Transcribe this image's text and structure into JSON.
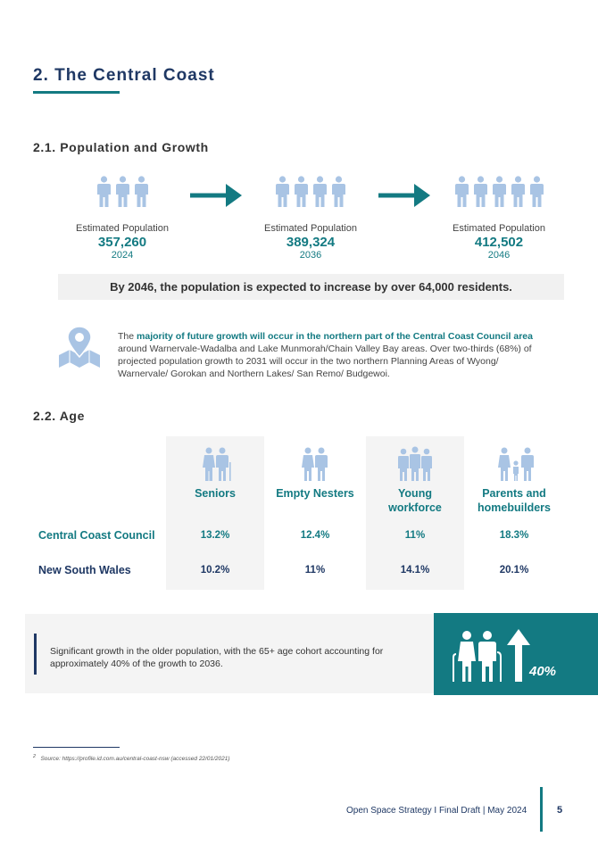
{
  "section": {
    "title": "2. The Central Coast"
  },
  "population": {
    "heading": "2.1. Population and Growth",
    "groups": [
      {
        "label": "Estimated Population",
        "value": "357,260",
        "year": "2024"
      },
      {
        "label": "Estimated Population",
        "value": "389,324",
        "year": "2036"
      },
      {
        "label": "Estimated Population",
        "value": "412,502",
        "year": "2046"
      }
    ],
    "banner": "By 2046, the population is expected to increase by over 64,000 residents.",
    "growth_intro": "The ",
    "growth_highlight": "majority of future growth will occur in the northern part of the Central Coast Council area",
    "growth_rest": " around Warnervale-Wadalba and Lake Munmorah/Chain Valley Bay areas. Over two-thirds (68%) of projected population growth to 2031 will occur in the two northern Planning Areas of Wyong/ Warnervale/ Gorokan and Northern Lakes/ San Remo/ Budgewoi."
  },
  "age": {
    "heading": "2.2. Age",
    "columns": [
      {
        "label": "Seniors",
        "icon": "seniors-icon"
      },
      {
        "label": "Empty Nesters",
        "icon": "empty-nesters-icon"
      },
      {
        "label": "Young workforce",
        "icon": "young-workforce-icon"
      },
      {
        "label": "Parents and homebuilders",
        "icon": "parents-icon"
      }
    ],
    "rows": [
      {
        "label": "Central Coast Council",
        "color": "#137a82",
        "values": [
          "13.2%",
          "12.4%",
          "11%",
          "18.3%"
        ]
      },
      {
        "label": "New South Wales",
        "color": "#1f3864",
        "values": [
          "10.2%",
          "11%",
          "14.1%",
          "20.1%"
        ]
      }
    ]
  },
  "callout": {
    "text": "Significant growth in the older population, with the 65+ age cohort accounting for approximately 40% of the growth to 2036.",
    "stat": "40%"
  },
  "footnote": {
    "marker": "2",
    "text": "Source: https://profile.id.com.au/central-coast-nsw (accessed 22/01/2021)"
  },
  "footer": {
    "text": "Open Space Strategy I Final Draft | May 2024",
    "page": "5"
  },
  "colors": {
    "teal": "#137a82",
    "navy": "#1f3864",
    "icon_blue": "#a9c4e4"
  }
}
